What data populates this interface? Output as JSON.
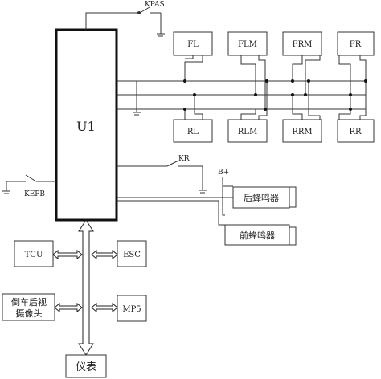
{
  "controller": {
    "label": "U1"
  },
  "switches": {
    "kpas": "KPAS",
    "kr": "KR",
    "kepb": "KEPB"
  },
  "sensors": {
    "front": [
      "FL",
      "FLM",
      "FRM",
      "FR"
    ],
    "rear": [
      "RL",
      "RLM",
      "RRM",
      "RR"
    ]
  },
  "power": {
    "label": "B+"
  },
  "buzzers": {
    "rear": "后蜂鸣器",
    "front": "前蜂鸣器"
  },
  "bus_modules": {
    "tcu": "TCU",
    "esc": "ESC",
    "camera_line1": "倒车后视",
    "camera_line2": "摄像头",
    "mp5": "MP5",
    "cluster": "仪表"
  }
}
